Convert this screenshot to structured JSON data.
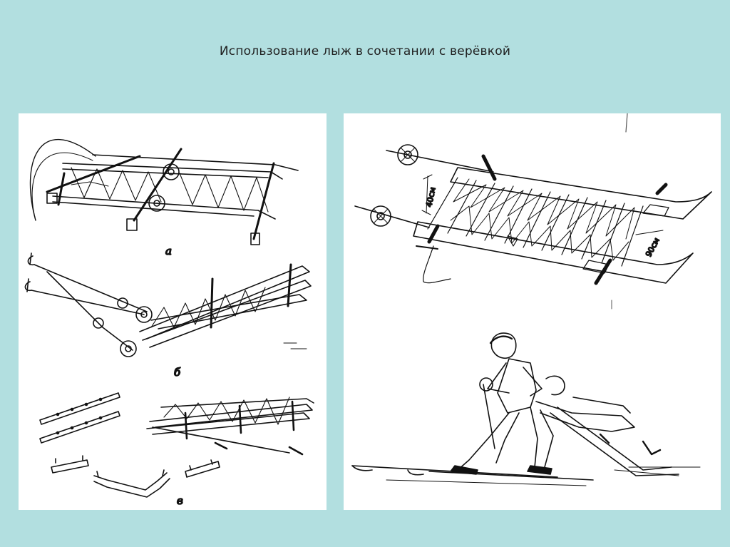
{
  "slide": {
    "title": "Использование лыж в сочетании с верёвкой",
    "background": "#b2dfe0"
  },
  "left_panel": {
    "labels": {
      "a": "а",
      "b": "б",
      "v": "в"
    }
  },
  "right_panel": {
    "dimensions": {
      "width_label": "40см",
      "length_label": "90см"
    }
  }
}
